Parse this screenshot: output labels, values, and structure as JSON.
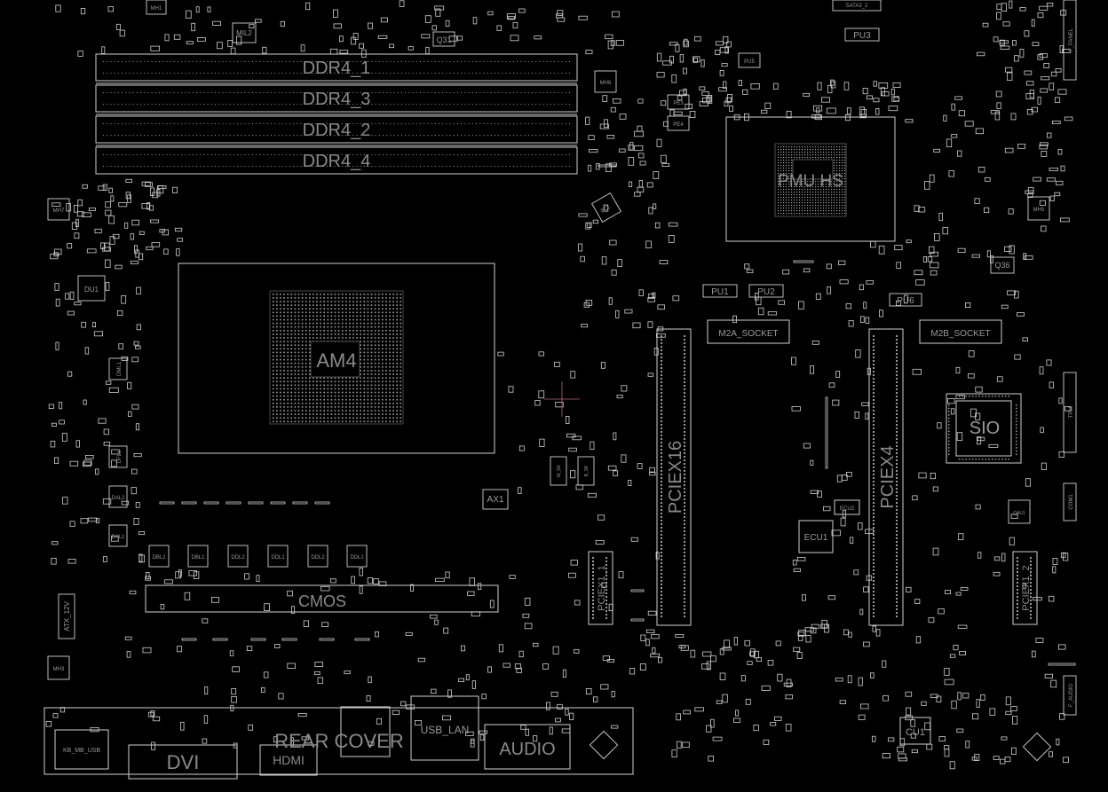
{
  "colors": {
    "background": "#000000",
    "outline": "#cfcfcf",
    "dim": "#8a8a8a",
    "label": "#9a9a9a",
    "accent": "#c0607a"
  },
  "labels": {
    "ddr4_1": "DDR4_1",
    "ddr4_3": "DDR4_3",
    "ddr4_2": "DDR4_2",
    "ddr4_4": "DDR4_4",
    "cpu_socket": "AM4",
    "pmu": "PMU HS",
    "pciex16": "PCIEX16",
    "pciex4": "PCIEX4",
    "pciex1_1": "PCIEX1_1",
    "pciex1_2": "PCIEX1_2",
    "m2a": "M2A_SOCKET",
    "m2b": "M2B_SOCKET",
    "sio": "SIO",
    "ecu1": "ECU1",
    "ecu2": "ECU2",
    "cu1": "CU1",
    "cmos": "CMOS",
    "dvi": "DVI",
    "hdmi": "HDMI",
    "rear_cover": "REAR COVER",
    "usb_lan": "USB_LAN",
    "audio": "AUDIO",
    "kb_usb": "KB_MB_USB",
    "atx_12v": "ATX_12V",
    "ax1": "AX1",
    "q31": "Q31",
    "q36": "Q36",
    "mil2": "MIL2",
    "pu1": "PU1",
    "pu2": "PU2",
    "pu3": "PU3",
    "pu5": "PU5",
    "pu6": "PU6",
    "mh1": "MH1",
    "mh3": "MH3",
    "mh5": "MH5",
    "mh6": "MH6",
    "mh7": "MH7",
    "du1": "DU1",
    "dal1": "DAL1",
    "dal2": "DAL2",
    "dbl1": "DBL1",
    "dbl2": "DBL2",
    "ddl1": "DDL1",
    "ddl2": "DDL2",
    "dfl1": "DFL1",
    "dml1": "DML1",
    "sata": "SATA3_2",
    "f_panel": "F_PANEL",
    "com": "COM1",
    "tpm": "TPM",
    "f_audio": "F_AUDIO",
    "ecl": "ECL",
    "qau1": "QAU1",
    "m_sk": "M_SK",
    "b_sk": "B_SK",
    "pe3": "PE3",
    "pe4": "PE4"
  }
}
